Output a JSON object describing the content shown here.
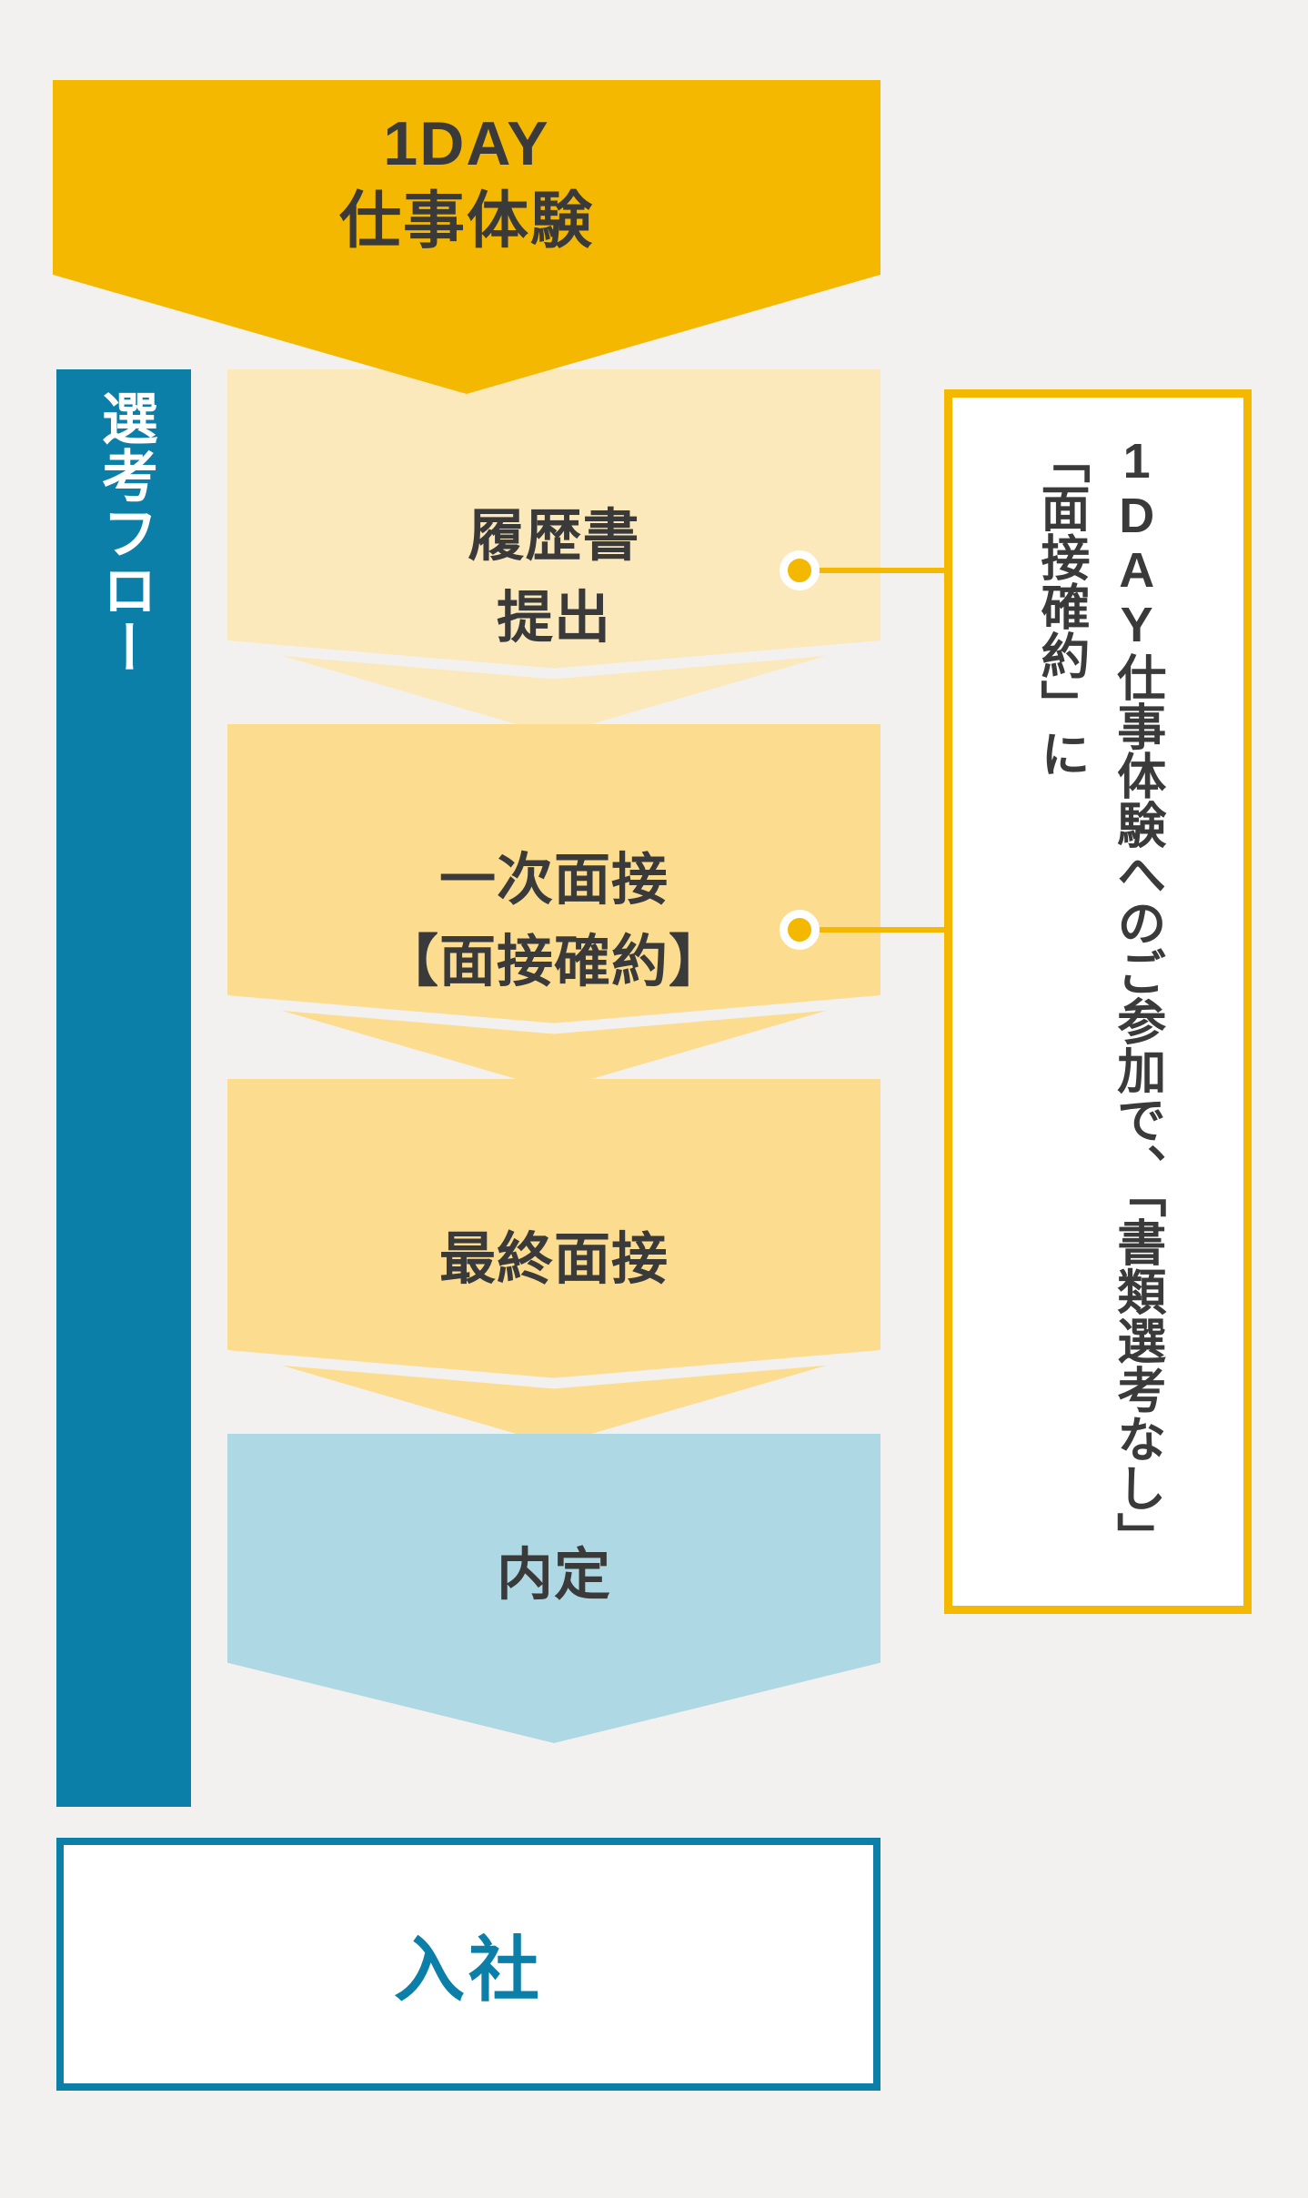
{
  "colors": {
    "background": "#f2f1ef",
    "gold": "#f5b800",
    "blue": "#0b7fa8",
    "text_dark": "#3a3a3a",
    "step1_fill": "#fce9bb",
    "step2_fill": "#fcdc8e",
    "step3_fill": "#fcdc8e",
    "step4_fill": "#aed8e3",
    "white": "#ffffff"
  },
  "top_banner": {
    "line1": "1DAY",
    "line2": "仕事体験"
  },
  "sidebar": {
    "label": "選考フロー"
  },
  "steps": [
    {
      "id": "step-resume",
      "line1": "履歴書",
      "line2": "提出",
      "fill": "#fce9bb"
    },
    {
      "id": "step-first-interview",
      "line1": "一次面接",
      "line2": "【面接確約】",
      "fill": "#fcdc8e"
    },
    {
      "id": "step-final-interview",
      "line1": "最終面接",
      "line2": "",
      "fill": "#fcdc8e"
    },
    {
      "id": "step-offer",
      "line1": "内定",
      "line2": "",
      "fill": "#aed8e3"
    }
  ],
  "callout": {
    "text": "1DAY仕事体験へのご参加で、「書類選考なし」「面接確約」に"
  },
  "entry": {
    "label": "入社"
  }
}
